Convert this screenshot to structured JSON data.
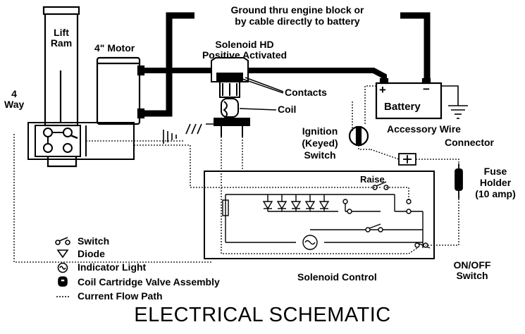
{
  "labels": {
    "lift_ram": "Lift\nRam",
    "four_way": "4\nWay",
    "motor": "4\" Motor",
    "ground_note": "Ground thru engine block or\nby cable directly to battery",
    "solenoid": "Solenoid HD\nPositive Activated",
    "contacts": "Contacts",
    "coil": "Coil",
    "battery": "Battery",
    "plus": "+",
    "minus": "−",
    "ignition": "Ignition\n(Keyed)\nSwitch",
    "accessory_wire": "Accessory Wire",
    "connector": "Connector",
    "fuse_holder": "Fuse\nHolder\n(10 amp)",
    "raise": "Raise",
    "solenoid_control": "Solenoid Control",
    "onoff_switch": "ON/OFF\nSwitch"
  },
  "legend": [
    {
      "icon": "switch-icon",
      "text": "Switch"
    },
    {
      "icon": "diode-icon",
      "text": "Diode"
    },
    {
      "icon": "indicator-light-icon",
      "text": "Indicator Light"
    },
    {
      "icon": "coil-cartridge-icon",
      "text": "Coil Cartridge Valve Assembly"
    },
    {
      "icon": "current-flow-path-icon",
      "text": "Current Flow Path"
    }
  ],
  "title": "ELECTRICAL SCHEMATIC"
}
